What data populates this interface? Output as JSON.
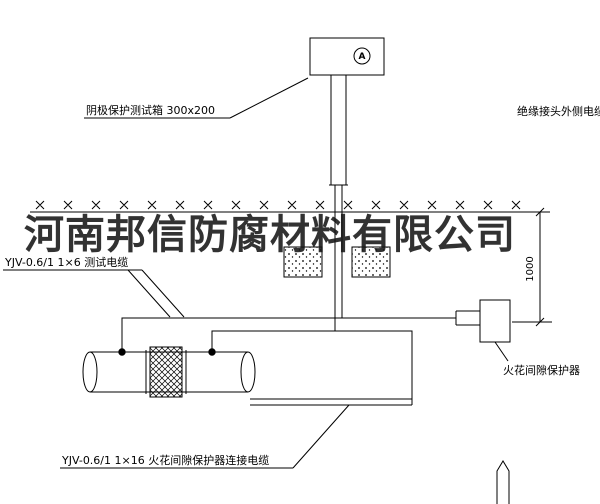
{
  "watermark": {
    "text": "河南邦信防腐材料有限公司"
  },
  "labels": {
    "test_box": "阴极保护测试箱 300x200",
    "insulated_joint_cable": "绝缘接头外侧电缆",
    "test_cable": "YJV-0.6/1 1×6  测试电缆",
    "spark_gap_protector": "火花间隙保护器",
    "protector_cable": "YJV-0.6/1 1×16  火花间隙保护器连接电缆",
    "dimension_1000": "1000",
    "ammeter": "A"
  },
  "colors": {
    "line": "#000000",
    "background": "#ffffff",
    "watermark": "#161616"
  }
}
